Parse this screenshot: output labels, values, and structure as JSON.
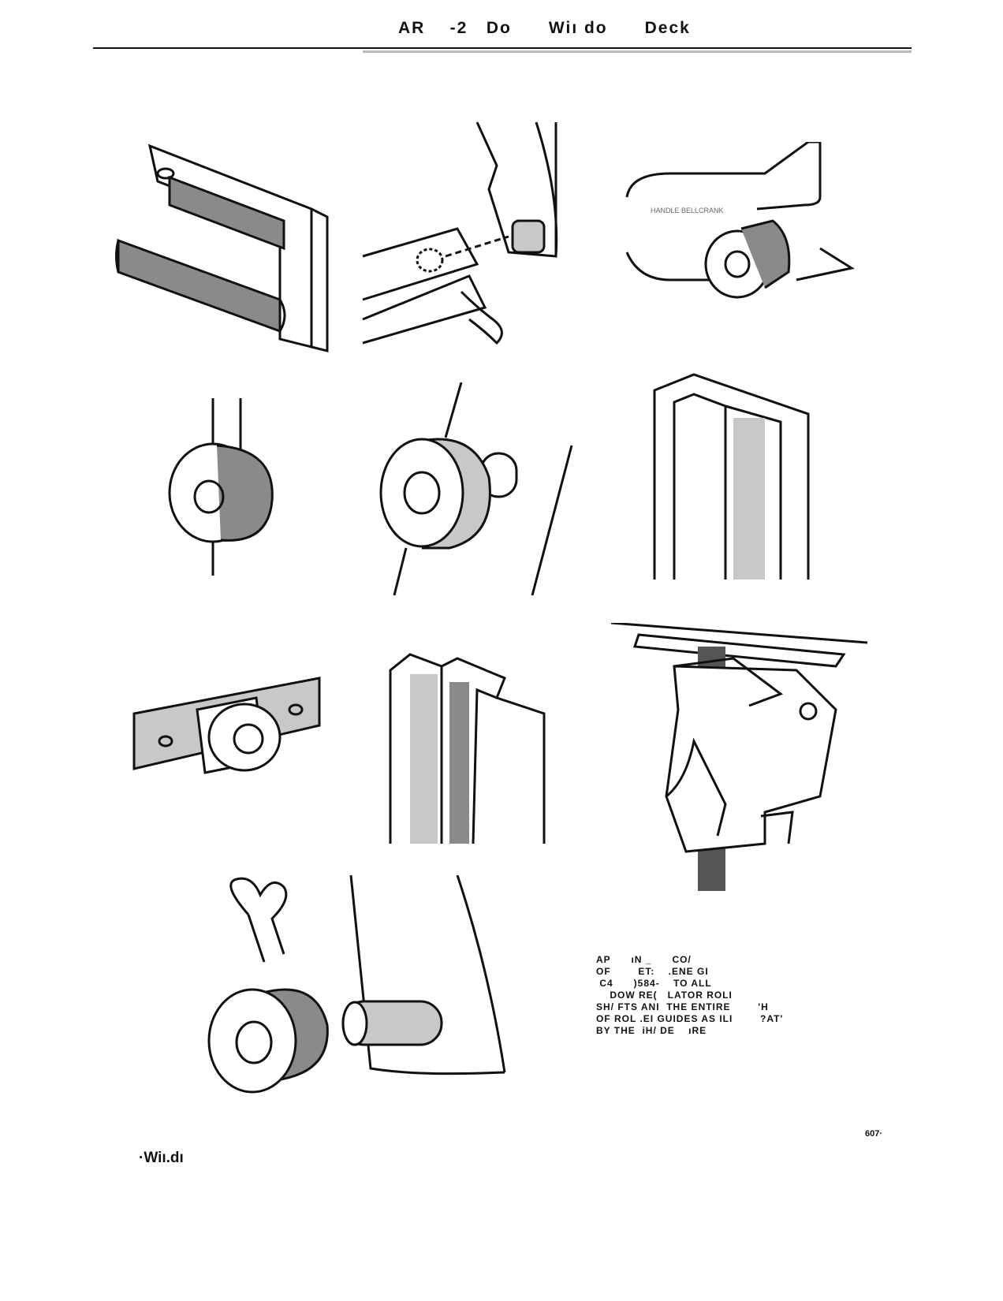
{
  "header": {
    "title": "AR    -2   Do      Wiı do      Deck"
  },
  "figures": [
    {
      "name": "channel-bracket"
    },
    {
      "name": "roller-shaft-clip"
    },
    {
      "name": "roller-on-handle-bellcrank"
    },
    {
      "name": "roller-in-channel"
    },
    {
      "name": "roller-bushing"
    },
    {
      "name": "run-channel-long"
    },
    {
      "name": "roller-bracket-plate"
    },
    {
      "name": "run-channel-short"
    },
    {
      "name": "installing-tool"
    },
    {
      "name": "roller-clip-shaft"
    }
  ],
  "caption": {
    "lines": [
      "AP      ıN _      CO/",
      "OF        ET:    .ENE GI",
      " C4      )584-    TO ALL",
      "    DOW RE(   LATOR ROLI",
      "SH/ FTS ANI  THE ENTIRE        'H",
      "OF ROL .EI GUIDES AS ILI        ?AT'",
      "BY THE  iH/ DE    ıRE"
    ],
    "figure_number": "607·"
  },
  "footer": {
    "text": "·Wiı.dı"
  },
  "colors": {
    "ink": "#111111",
    "shade": "#8a8a8a",
    "light_shade": "#c8c8c8"
  }
}
